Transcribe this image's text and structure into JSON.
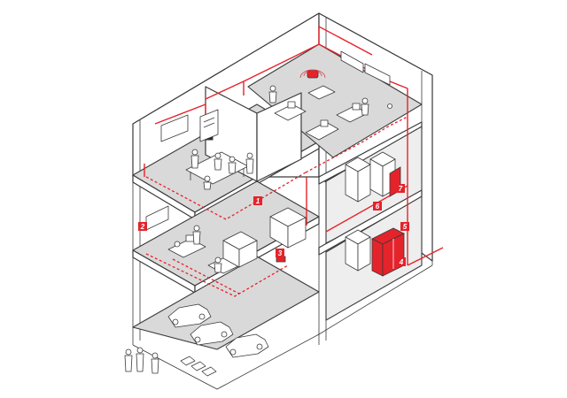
{
  "colors": {
    "accent": "#e4232b",
    "line": "#3a3a3a",
    "floor": "#d9d9d9",
    "background": "#ffffff"
  },
  "markers": [
    {
      "id": "m1",
      "label": "1"
    },
    {
      "id": "m2",
      "label": "2"
    },
    {
      "id": "m3",
      "label": "3"
    },
    {
      "id": "m4",
      "label": "4"
    },
    {
      "id": "m5",
      "label": "5"
    },
    {
      "id": "m6",
      "label": "6"
    },
    {
      "id": "m7",
      "label": "7"
    }
  ],
  "icons": [
    "wifi-router-icon",
    "access-point-icon",
    "server-rack-icon",
    "car-icon",
    "person-icon",
    "chair-icon",
    "desk-icon"
  ]
}
